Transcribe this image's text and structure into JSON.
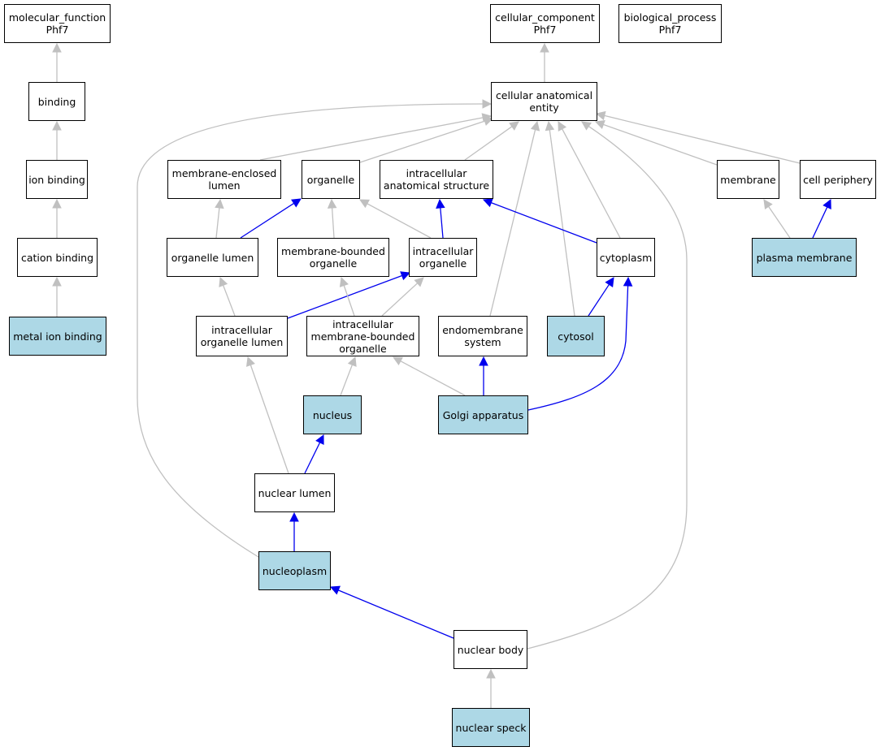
{
  "colors": {
    "background": "#ffffff",
    "node_border": "#000000",
    "node_fill": "#ffffff",
    "highlight_fill": "#add8e6",
    "edge_gray": "#c0c0c0",
    "edge_blue": "#0000ee"
  },
  "nodes": {
    "mf_root": {
      "label": "molecular_function\nPhf7",
      "highlighted": false
    },
    "binding": {
      "label": "binding",
      "highlighted": false
    },
    "ion_binding": {
      "label": "ion binding",
      "highlighted": false
    },
    "cation_binding": {
      "label": "cation binding",
      "highlighted": false
    },
    "metal_ion_binding": {
      "label": "metal ion binding",
      "highlighted": true
    },
    "cc_root": {
      "label": "cellular_component\nPhf7",
      "highlighted": false
    },
    "bp_root": {
      "label": "biological_process\nPhf7",
      "highlighted": false
    },
    "cellular_anatomical_entity": {
      "label": "cellular anatomical\nentity",
      "highlighted": false
    },
    "membrane_enclosed_lumen": {
      "label": "membrane-enclosed\nlumen",
      "highlighted": false
    },
    "organelle": {
      "label": "organelle",
      "highlighted": false
    },
    "intracellular_anatomical_structure": {
      "label": "intracellular\nanatomical structure",
      "highlighted": false
    },
    "membrane": {
      "label": "membrane",
      "highlighted": false
    },
    "cell_periphery": {
      "label": "cell periphery",
      "highlighted": false
    },
    "organelle_lumen": {
      "label": "organelle lumen",
      "highlighted": false
    },
    "membrane_bounded_organelle": {
      "label": "membrane-bounded\norganelle",
      "highlighted": false
    },
    "intracellular_organelle": {
      "label": "intracellular\norganelle",
      "highlighted": false
    },
    "cytoplasm": {
      "label": "cytoplasm",
      "highlighted": false
    },
    "plasma_membrane": {
      "label": "plasma membrane",
      "highlighted": true
    },
    "intracellular_organelle_lumen": {
      "label": "intracellular\norganelle lumen",
      "highlighted": false
    },
    "intracellular_membrane_bounded_organelle": {
      "label": "intracellular\nmembrane-bounded\norganelle",
      "highlighted": false
    },
    "endomembrane_system": {
      "label": "endomembrane\nsystem",
      "highlighted": false
    },
    "cytosol": {
      "label": "cytosol",
      "highlighted": true
    },
    "nucleus": {
      "label": "nucleus",
      "highlighted": true
    },
    "golgi_apparatus": {
      "label": "Golgi apparatus",
      "highlighted": true
    },
    "nuclear_lumen": {
      "label": "nuclear lumen",
      "highlighted": false
    },
    "nucleoplasm": {
      "label": "nucleoplasm",
      "highlighted": true
    },
    "nuclear_body": {
      "label": "nuclear body",
      "highlighted": false
    },
    "nuclear_speck": {
      "label": "nuclear speck",
      "highlighted": true
    }
  },
  "edges": [
    {
      "from": "binding",
      "to": "mf_root",
      "color": "gray"
    },
    {
      "from": "ion_binding",
      "to": "binding",
      "color": "gray"
    },
    {
      "from": "cation_binding",
      "to": "ion_binding",
      "color": "gray"
    },
    {
      "from": "metal_ion_binding",
      "to": "cation_binding",
      "color": "gray"
    },
    {
      "from": "cellular_anatomical_entity",
      "to": "cc_root",
      "color": "gray"
    },
    {
      "from": "membrane_enclosed_lumen",
      "to": "cellular_anatomical_entity",
      "color": "gray"
    },
    {
      "from": "organelle",
      "to": "cellular_anatomical_entity",
      "color": "gray"
    },
    {
      "from": "intracellular_anatomical_structure",
      "to": "cellular_anatomical_entity",
      "color": "gray"
    },
    {
      "from": "membrane",
      "to": "cellular_anatomical_entity",
      "color": "gray"
    },
    {
      "from": "cell_periphery",
      "to": "cellular_anatomical_entity",
      "color": "gray"
    },
    {
      "from": "endomembrane_system",
      "to": "cellular_anatomical_entity",
      "color": "gray"
    },
    {
      "from": "cytosol",
      "to": "cellular_anatomical_entity",
      "color": "gray"
    },
    {
      "from": "cytoplasm",
      "to": "cellular_anatomical_entity",
      "color": "gray"
    },
    {
      "from": "nucleoplasm",
      "to": "cellular_anatomical_entity",
      "color": "gray"
    },
    {
      "from": "nuclear_body",
      "to": "cellular_anatomical_entity",
      "color": "gray"
    },
    {
      "from": "organelle_lumen",
      "to": "membrane_enclosed_lumen",
      "color": "gray"
    },
    {
      "from": "organelle_lumen",
      "to": "organelle",
      "color": "blue"
    },
    {
      "from": "membrane_bounded_organelle",
      "to": "organelle",
      "color": "gray"
    },
    {
      "from": "intracellular_organelle",
      "to": "organelle",
      "color": "gray"
    },
    {
      "from": "intracellular_organelle",
      "to": "intracellular_anatomical_structure",
      "color": "blue"
    },
    {
      "from": "cytoplasm",
      "to": "intracellular_anatomical_structure",
      "color": "blue"
    },
    {
      "from": "plasma_membrane",
      "to": "membrane",
      "color": "gray"
    },
    {
      "from": "plasma_membrane",
      "to": "cell_periphery",
      "color": "blue"
    },
    {
      "from": "intracellular_organelle_lumen",
      "to": "organelle_lumen",
      "color": "gray"
    },
    {
      "from": "intracellular_organelle_lumen",
      "to": "intracellular_organelle",
      "color": "blue"
    },
    {
      "from": "intracellular_membrane_bounded_organelle",
      "to": "membrane_bounded_organelle",
      "color": "gray"
    },
    {
      "from": "intracellular_membrane_bounded_organelle",
      "to": "intracellular_organelle",
      "color": "gray"
    },
    {
      "from": "cytosol",
      "to": "cytoplasm",
      "color": "blue"
    },
    {
      "from": "nucleus",
      "to": "intracellular_membrane_bounded_organelle",
      "color": "gray"
    },
    {
      "from": "golgi_apparatus",
      "to": "intracellular_membrane_bounded_organelle",
      "color": "gray"
    },
    {
      "from": "golgi_apparatus",
      "to": "endomembrane_system",
      "color": "blue"
    },
    {
      "from": "golgi_apparatus",
      "to": "cytoplasm",
      "color": "blue"
    },
    {
      "from": "nuclear_lumen",
      "to": "intracellular_organelle_lumen",
      "color": "gray"
    },
    {
      "from": "nuclear_lumen",
      "to": "nucleus",
      "color": "blue"
    },
    {
      "from": "nucleoplasm",
      "to": "nuclear_lumen",
      "color": "blue"
    },
    {
      "from": "nuclear_body",
      "to": "nucleoplasm",
      "color": "blue"
    },
    {
      "from": "nuclear_speck",
      "to": "nuclear_body",
      "color": "gray"
    }
  ]
}
